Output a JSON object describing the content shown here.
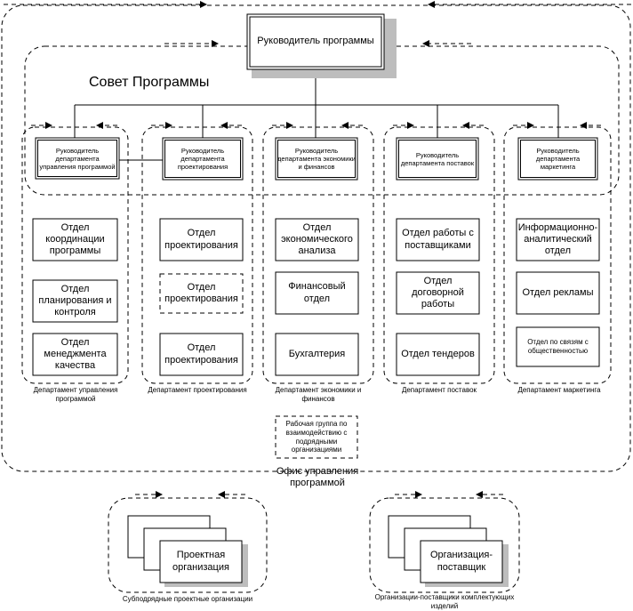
{
  "head": "Руководитель программы",
  "council": "Совет Программы",
  "department_heads": [
    "Руководитель департамента управления программой",
    "Руководитель департамента проектирования",
    "Руководитель департамента экономики и финансов",
    "Руководитель департамента поставок",
    "Руководитель департамента маркетинга"
  ],
  "departments": [
    {
      "caption": "Департамент управления программой",
      "units": [
        "Отдел координации программы",
        "Отдел планирования и контроля",
        "Отдел менеджмента качества"
      ]
    },
    {
      "caption": "Департамент проектирования",
      "units": [
        "Отдел проектирования",
        "Отдел проектирования",
        "Отдел проектирования"
      ]
    },
    {
      "caption": "Департамент экономики и финансов",
      "units": [
        "Отдел экономического анализа",
        "Финансовый отдел",
        "Бухгалтерия"
      ]
    },
    {
      "caption": "Департамент поставок",
      "units": [
        "Отдел работы с поставщиками",
        "Отдел договорной работы",
        "Отдел тендеров"
      ]
    },
    {
      "caption": "Департамент маркетинга",
      "units": [
        "Информационно-аналитический отдел",
        "Отдел рекламы",
        "Отдел по связям с общественностью"
      ]
    }
  ],
  "working_group": "Рабочая группа по взаимодействию с подрядными организациями",
  "office_label": "Офис управления программой",
  "external": [
    {
      "box": "Проектная организация",
      "caption": "Субподрядные проектные организации"
    },
    {
      "box": "Организация-поставщик",
      "caption": "Организации-поставщики комплектующих изделий"
    }
  ]
}
